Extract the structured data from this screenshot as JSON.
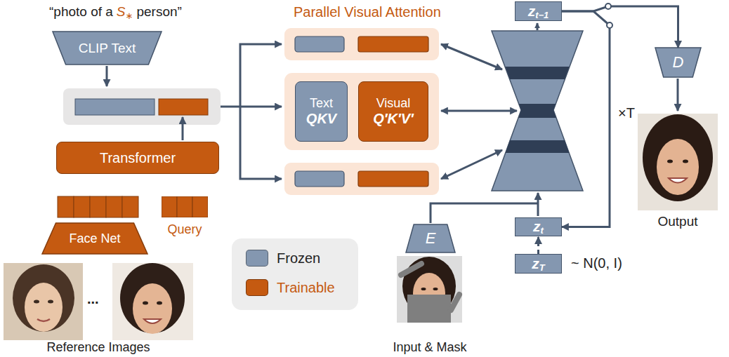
{
  "diagram": {
    "nodes": [
      {
        "text": [
          "CLIP Text"
        ]
      },
      {
        "text": [
          "Transformer"
        ]
      },
      {
        "text": [
          "Query"
        ]
      },
      {
        "text": [
          "Face Net"
        ]
      },
      {
        "text": [
          "Text",
          "QKV"
        ]
      },
      {
        "text": [
          "Visual",
          "Q′K′V′"
        ]
      },
      {
        "text": [
          "z",
          "t−1"
        ]
      },
      {
        "text": [
          "D"
        ]
      },
      {
        "text": [
          "z",
          "t"
        ]
      },
      {
        "text": [
          "z",
          "T"
        ]
      },
      {
        "text": [
          "E"
        ]
      }
    ],
    "edges": [
      {
        "from": 9,
        "to": 8,
        "arrow": "to"
      },
      {
        "from": 6,
        "to": 7,
        "arrow": "to"
      },
      {
        "from": 6,
        "to": 8,
        "arrow": "to",
        "label": "×T"
      }
    ],
    "labels": [
      "“photo of a",
      "S",
      "∗",
      "person”",
      "Parallel Visual Attention",
      "...",
      "Reference Images",
      "Input & Mask",
      "Output",
      "~ N(0, I)"
    ],
    "legend": [
      {
        "text": "Frozen",
        "color": "#8497b0"
      },
      {
        "text": "Trainable",
        "color": "#c55a11"
      }
    ]
  }
}
